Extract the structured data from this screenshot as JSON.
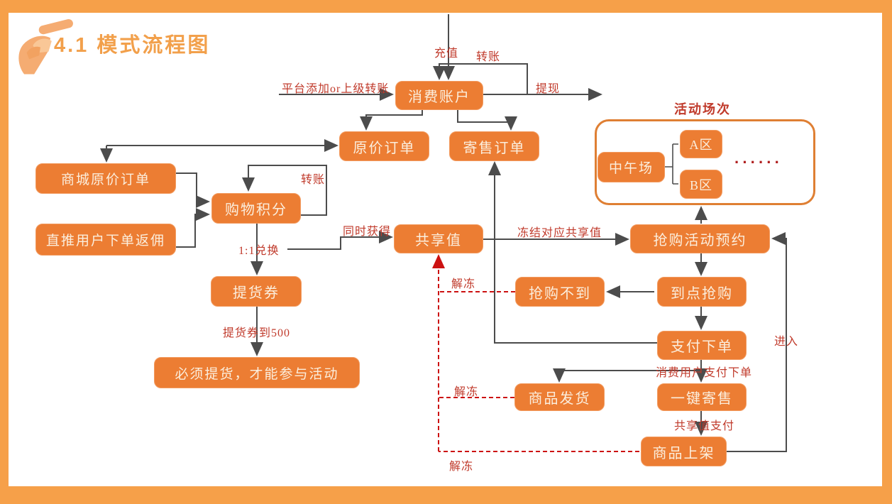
{
  "title": {
    "text": "4.1 模式流程图"
  },
  "nodes": {
    "consume_account": "消费账户",
    "original_order": "原价订单",
    "consign_order": "寄售订单",
    "mall_original_order": "商城原价订单",
    "referral_commission": "直推用户下单返佣",
    "shopping_points": "购物积分",
    "pickup_voucher": "提货券",
    "must_pickup": "必须提货，才能参与活动",
    "shared_value": "共享值",
    "grab_fail": "抢购不到",
    "grab_reserve": "抢购活动预约",
    "grab_on_time": "到点抢购",
    "pay_order": "支付下单",
    "one_click_consign": "一键寄售",
    "goods_ship": "商品发货",
    "goods_listed": "商品上架",
    "noon_session": "中午场",
    "zone_a": "A区",
    "zone_b": "B区"
  },
  "labels": {
    "recharge": "充值",
    "transfer_top": "转账",
    "withdraw": "提现",
    "platform_add": "平台添加or上级转账",
    "transfer_points": "转账",
    "exchange_ratio": "1:1兑换",
    "simul_obtain": "同时获得",
    "freeze": "冻结对应共享值",
    "unfreeze_1": "解冻",
    "unfreeze_2": "解冻",
    "unfreeze_3": "解冻",
    "consumer_pay": "消费用户支付下单",
    "shared_value_pay": "共享值支付",
    "enter": "进入",
    "voucher_to_500": "提货券到500",
    "panel_title": "活动场次",
    "panel_dots": "······"
  },
  "edges": [
    {
      "from": "充值(外部)",
      "to": "消费账户"
    },
    {
      "from": "消费账户",
      "to": "消费账户",
      "label": "转账"
    },
    {
      "from": "消费账户",
      "to": "提现(外部)",
      "label": "提现"
    },
    {
      "from": "平台添加or上级转账",
      "to": "消费账户"
    },
    {
      "from": "消费账户",
      "to": "原价订单"
    },
    {
      "from": "消费账户",
      "to": "寄售订单"
    },
    {
      "from": "原价订单",
      "to": "商城原价订单",
      "bidirectional": true
    },
    {
      "from": "商城原价订单",
      "to": "购物积分"
    },
    {
      "from": "直推用户下单返佣",
      "to": "购物积分"
    },
    {
      "from": "购物积分",
      "to": "购物积分",
      "label": "转账"
    },
    {
      "from": "购物积分",
      "to": "提货券",
      "label": "1:1兑换"
    },
    {
      "from": "购物积分",
      "to": "共享值",
      "label": "同时获得"
    },
    {
      "from": "提货券",
      "to": "必须提货，才能参与活动",
      "label": "提货券到500"
    },
    {
      "from": "共享值",
      "to": "抢购活动预约",
      "label": "冻结对应共享值"
    },
    {
      "from": "抢购活动预约",
      "to": "B区"
    },
    {
      "from": "抢购活动预约",
      "to": "到点抢购"
    },
    {
      "from": "到点抢购",
      "to": "抢购不到"
    },
    {
      "from": "到点抢购",
      "to": "支付下单"
    },
    {
      "from": "支付下单",
      "to": "寄售订单"
    },
    {
      "from": "支付下单",
      "to": "一键寄售",
      "label": "消费用户支付下单"
    },
    {
      "from": "支付下单",
      "to": "商品发货"
    },
    {
      "from": "一键寄售",
      "to": "商品上架",
      "label": "共享值支付"
    },
    {
      "from": "商品上架",
      "to": "抢购活动预约",
      "label": "进入"
    },
    {
      "from": "抢购不到",
      "to": "共享值",
      "label": "解冻",
      "style": "dashed"
    },
    {
      "from": "商品发货",
      "to": "共享值",
      "label": "解冻",
      "style": "dashed"
    },
    {
      "from": "商品上架",
      "to": "共享值",
      "label": "解冻",
      "style": "dashed"
    }
  ],
  "colors": {
    "frame": "#F6A049",
    "node_fill": "#EC7D33",
    "node_text": "#FBEEDD",
    "label_red": "#C03A2B",
    "line_gray": "#4C4C4C",
    "dashed_red": "#CC1111",
    "title_orange": "#F2A04B",
    "panel_border": "#DF7F33"
  }
}
